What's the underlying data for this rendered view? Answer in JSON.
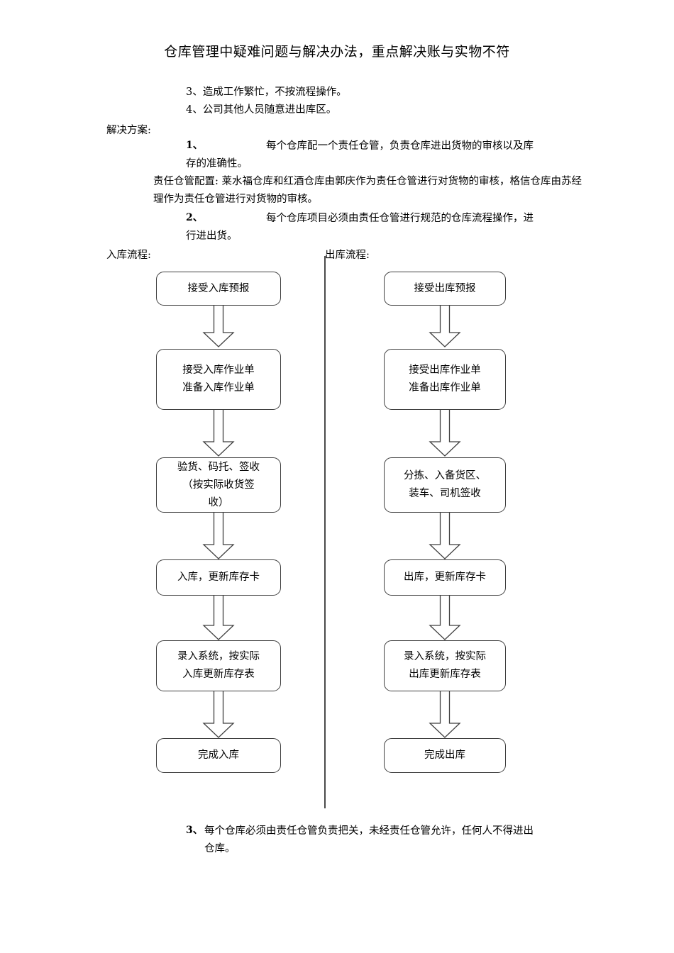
{
  "document": {
    "title": "仓库管理中疑难问题与解决办法，重点解决账与实物不符",
    "problems": [
      {
        "num": "3、",
        "text": "造成工作繁忙，不按流程操作。"
      },
      {
        "num": "4、",
        "text": "公司其他人员随意进出库区。"
      }
    ],
    "solution_heading": "解决方案:",
    "items": [
      {
        "num": "1、",
        "line1": "每个仓库配一个责任仓管，负责仓库进出货物的审核以及库",
        "line2": "存的准确性。"
      },
      {
        "num": "2、",
        "line1": "每个仓库项目必须由责任仓管进行规范的仓库流程操作，进",
        "line2": "行进出货。"
      }
    ],
    "responsibility_note": "责任仓管配置: 莱水福仓库和红酒仓库由郭庆作为责任仓管进行对货物的审核，格信仓库由苏经理作为责任仓管进行对货物的审核。",
    "footer_item": {
      "num": "3、",
      "line1": "每个仓库必须由责任仓管负责把关，未经责任仓管允许，任何人不得进出",
      "line2": "仓库。"
    }
  },
  "chart_data": {
    "type": "diagram",
    "title": "入库/出库流程图",
    "columns": [
      {
        "label": "入库流程:",
        "nodes": [
          {
            "lines": [
              "接受入库预报"
            ]
          },
          {
            "lines": [
              "接受入库作业单",
              "准备入库作业单"
            ]
          },
          {
            "lines": [
              "验货、码托、签收",
              "（按实际收货签",
              "收）"
            ]
          },
          {
            "lines": [
              "入库，更新库存卡"
            ]
          },
          {
            "lines": [
              "录入系统，按实际",
              "入库更新库存表"
            ]
          },
          {
            "lines": [
              "完成入库"
            ]
          }
        ]
      },
      {
        "label": "出库流程:",
        "nodes": [
          {
            "lines": [
              "接受出库预报"
            ]
          },
          {
            "lines": [
              "接受出库作业单",
              "准备出库作业单"
            ]
          },
          {
            "lines": [
              "分拣、入备货区、",
              "装车、司机签收"
            ]
          },
          {
            "lines": [
              "出库，更新库存卡"
            ]
          },
          {
            "lines": [
              "录入系统，按实际",
              "出库更新库存表"
            ]
          },
          {
            "lines": [
              "完成出库"
            ]
          }
        ]
      }
    ],
    "connector": "hollow-block-arrow-down",
    "node_shape": "rounded-rectangle",
    "border_color": "#3f3f3f",
    "divider_color": "#4a4a4a"
  }
}
